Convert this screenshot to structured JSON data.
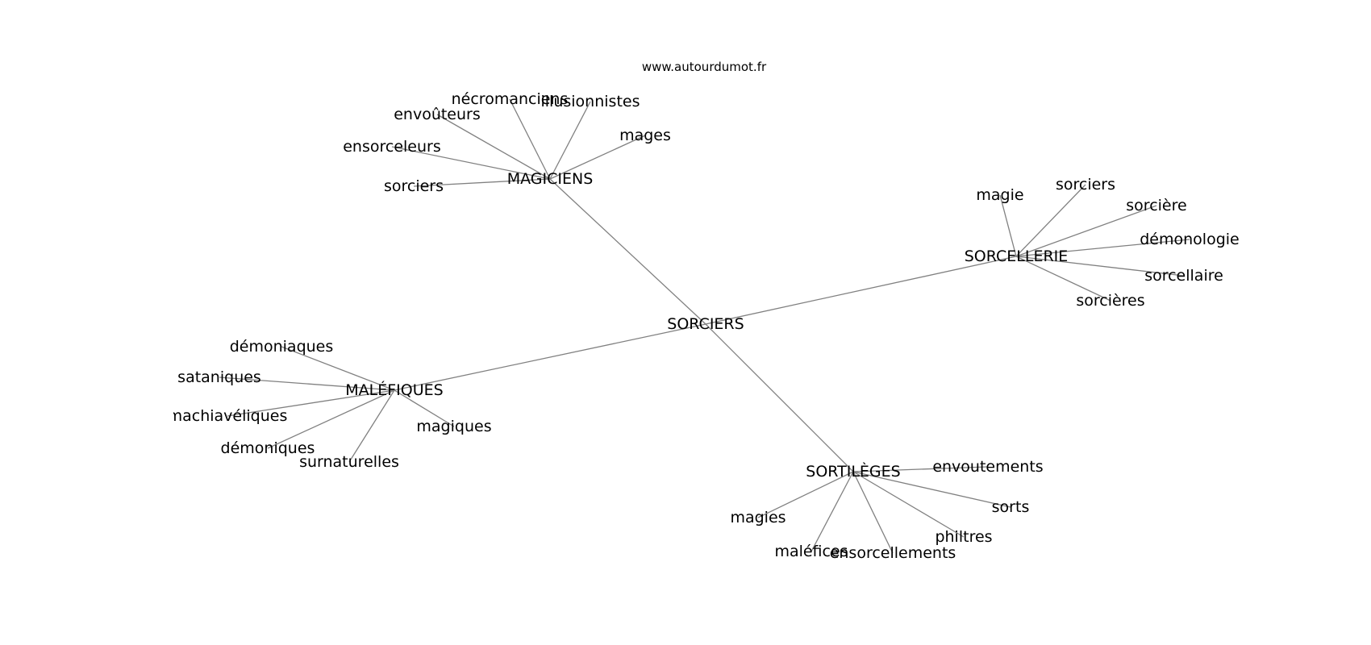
{
  "watermark": "www.autourdumot.fr",
  "center": {
    "id": "center",
    "label": "SORCIERS"
  },
  "hubs": [
    {
      "id": "magiciens",
      "label": "MAGICIENS",
      "leaves": [
        "nécromanciens",
        "illusionnistes",
        "envoûteurs",
        "ensorceleurs",
        "mages",
        "sorciers"
      ]
    },
    {
      "id": "sorcellerie",
      "label": "SORCELLERIE",
      "leaves": [
        "magie",
        "sorciers",
        "sorcière",
        "démonologie",
        "sorcellaire",
        "sorcières"
      ]
    },
    {
      "id": "malefiques",
      "label": "MALÉFIQUES",
      "leaves": [
        "démoniaques",
        "sataniques",
        "machiavéliques",
        "démoniques",
        "surnaturelles",
        "magiques"
      ]
    },
    {
      "id": "sortileges",
      "label": "SORTILÈGES",
      "leaves": [
        "envoutements",
        "sorts",
        "magies",
        "philtres",
        "maléfices",
        "ensorcellements"
      ]
    }
  ]
}
